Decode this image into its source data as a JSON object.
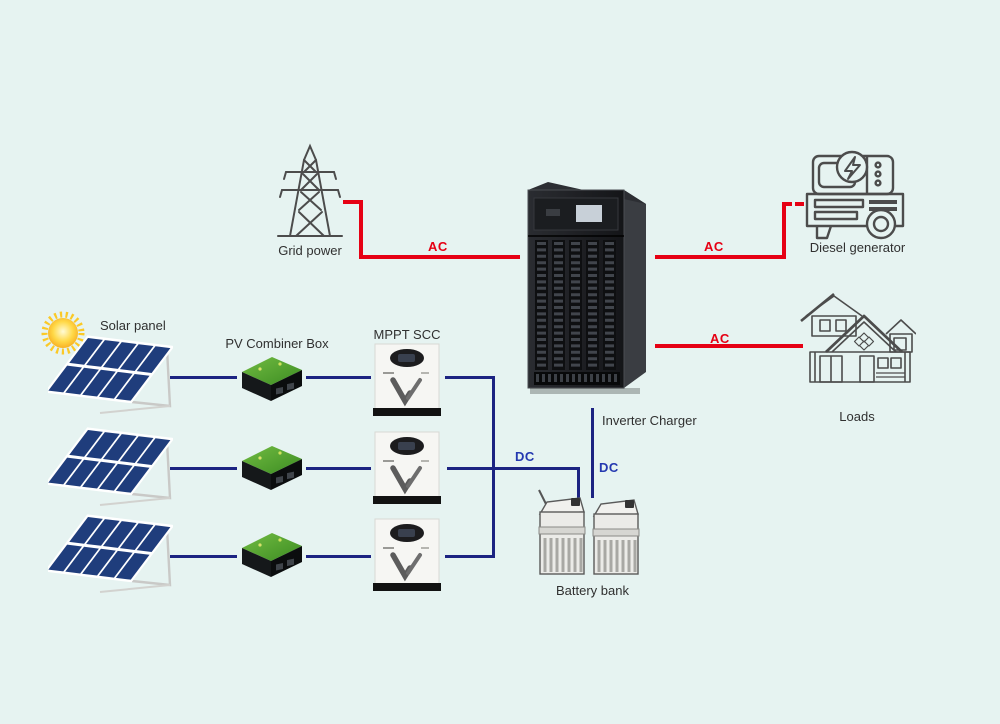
{
  "colors": {
    "bg": "#e6f3f1",
    "ac": "#e60014",
    "dc": "#1c2382",
    "dcText": "#2438b0",
    "label": "#303030"
  },
  "nodes": {
    "grid_power": {
      "label": "Grid power"
    },
    "solar_panel": {
      "label": "Solar panel"
    },
    "pv_combiner": {
      "label": "PV Combiner Box"
    },
    "mppt_scc": {
      "label": "MPPT SCC"
    },
    "inverter": {
      "label": "Inverter Charger"
    },
    "diesel": {
      "label": "Diesel generator"
    },
    "loads": {
      "label": "Loads"
    },
    "battery": {
      "label": "Battery bank"
    }
  },
  "edges": {
    "grid_ac": "AC",
    "generator_ac": "AC",
    "loads_ac": "AC",
    "pv_dc": "DC",
    "battery_dc": "DC"
  }
}
